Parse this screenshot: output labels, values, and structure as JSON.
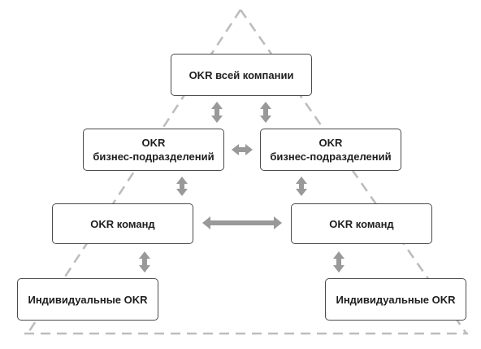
{
  "diagram": {
    "nodes": {
      "company": {
        "lines": [
          "OKR всей компании"
        ]
      },
      "business_left": {
        "lines": [
          "OKR",
          "бизнес-подразделений"
        ]
      },
      "business_right": {
        "lines": [
          "OKR",
          "бизнес-подразделений"
        ]
      },
      "team_left": {
        "lines": [
          "OKR команд"
        ]
      },
      "team_right": {
        "lines": [
          "OKR команд"
        ]
      },
      "individual_left": {
        "lines": [
          "Индивидуальные OKR"
        ]
      },
      "individual_right": {
        "lines": [
          "Индивидуальные OKR"
        ]
      }
    },
    "connections": [
      {
        "from": "company",
        "to": "business_left",
        "kind": "bidirectional"
      },
      {
        "from": "company",
        "to": "business_right",
        "kind": "bidirectional"
      },
      {
        "from": "business_left",
        "to": "business_right",
        "kind": "bidirectional"
      },
      {
        "from": "business_left",
        "to": "team_left",
        "kind": "bidirectional"
      },
      {
        "from": "business_right",
        "to": "team_right",
        "kind": "bidirectional"
      },
      {
        "from": "team_left",
        "to": "team_right",
        "kind": "bidirectional"
      },
      {
        "from": "team_left",
        "to": "individual_left",
        "kind": "bidirectional"
      },
      {
        "from": "team_right",
        "to": "individual_right",
        "kind": "bidirectional"
      }
    ],
    "colors": {
      "box_border": "#4a4a4a",
      "text": "#1e1e1e",
      "arrow": "#999999",
      "triangle_outline": "#bdbdbd"
    }
  }
}
